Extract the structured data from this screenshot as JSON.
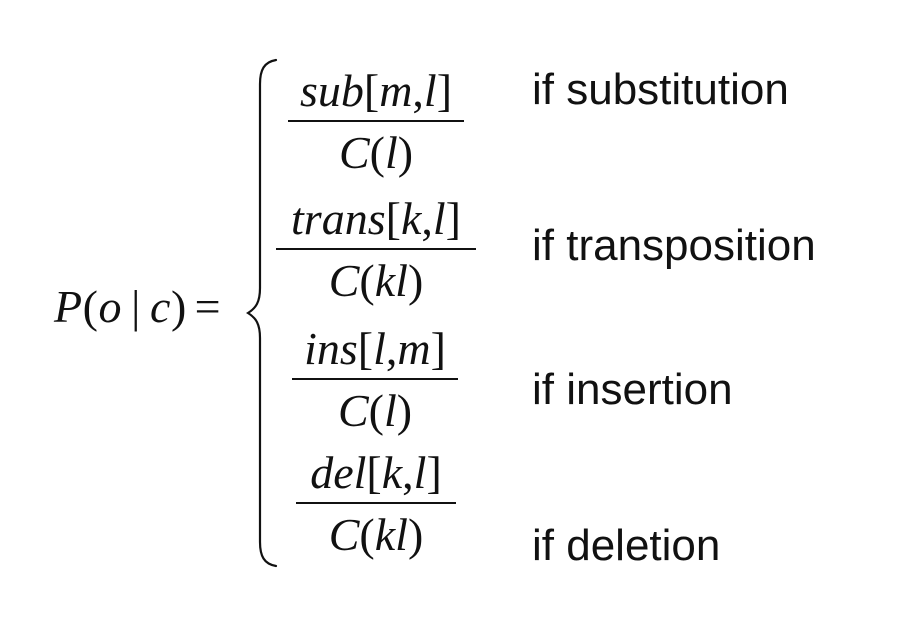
{
  "equation": {
    "lhs": "P(o | c) =",
    "cases": [
      {
        "numerator": "sub[m,l]",
        "denominator": "C(l)",
        "condition": "if substitution"
      },
      {
        "numerator": "trans[k,l]",
        "denominator": "C(kl)",
        "condition": "if transposition"
      },
      {
        "numerator": "ins[l,m]",
        "denominator": "C(l)",
        "condition": "if insertion"
      },
      {
        "numerator": "del[k,l]",
        "denominator": "C(kl)",
        "condition": "if deletion"
      }
    ]
  }
}
